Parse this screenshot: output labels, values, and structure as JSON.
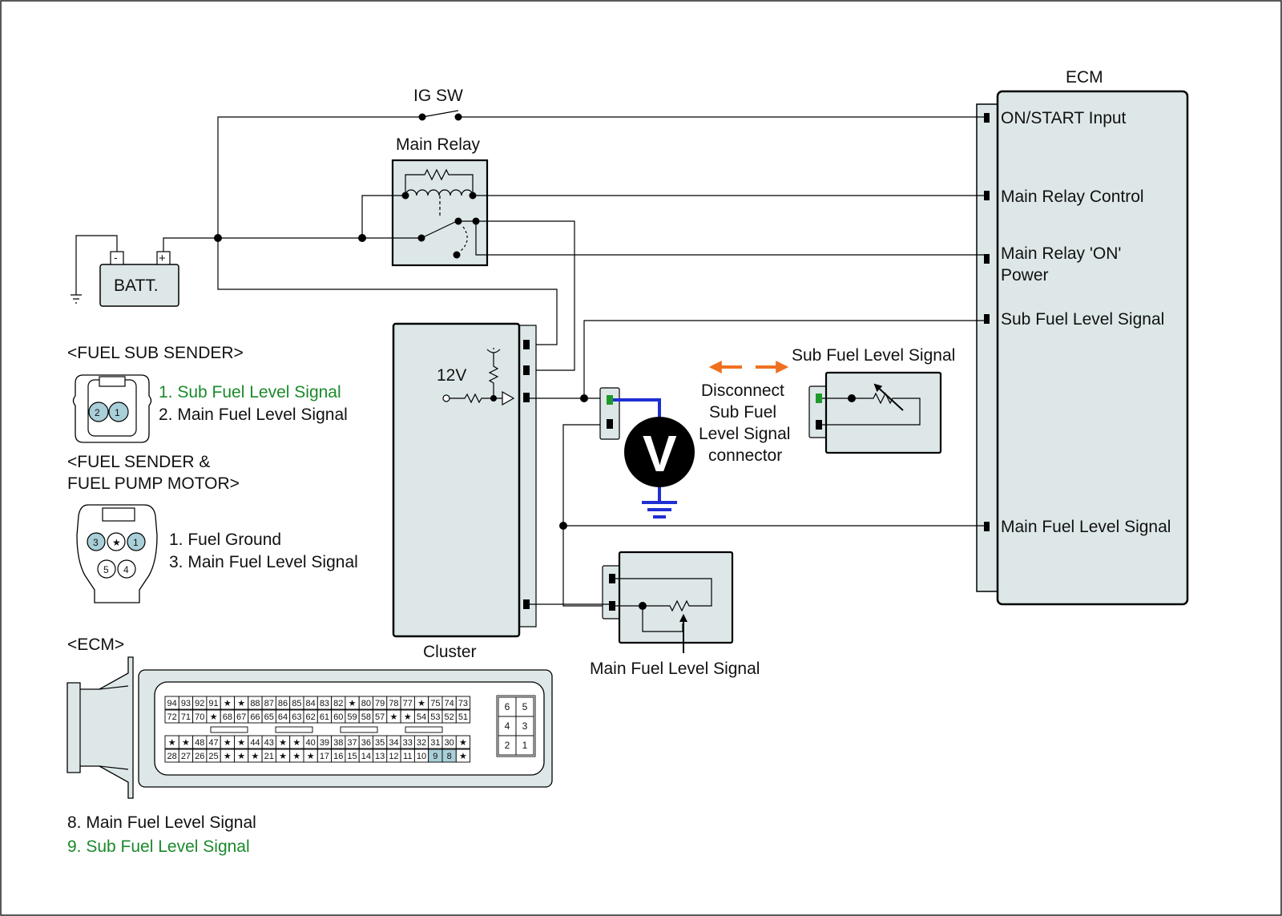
{
  "colors": {
    "panel_fill": "#dde7e8",
    "pin_highlight": "#a9cfd8",
    "probe_wire": "#1f2fd4",
    "arrow": "#f07020",
    "signal_text": "#1a8a2a",
    "pin_green": "#1f9a2a"
  },
  "labels": {
    "ig_sw": "IG SW",
    "main_relay": "Main Relay",
    "ecm_title": "ECM",
    "batt": "BATT.",
    "batt_minus": "-",
    "batt_plus": "+",
    "cluster": "Cluster",
    "cluster_12v": "12V",
    "voltmeter": "V",
    "sub_sender_title": "Sub Fuel Level Signal",
    "main_sender_title": "Main Fuel Level Signal",
    "disconnect_note": [
      "Disconnect",
      "Sub Fuel",
      "Level Signal",
      "connector"
    ]
  },
  "ecm_terminals": [
    "ON/START Input",
    "Main Relay Control",
    "Main Relay 'ON'",
    "Power",
    "Sub Fuel Level Signal",
    "Main Fuel Level Signal"
  ],
  "fuel_sub_sender": {
    "title": "<FUEL SUB SENDER>",
    "pins": [
      "2",
      "1"
    ],
    "items": [
      "1. Sub Fuel Level Signal",
      "2. Main Fuel Level Signal"
    ]
  },
  "fuel_sender_pump": {
    "title_lines": [
      "<FUEL SENDER &",
      "FUEL PUMP MOTOR>"
    ],
    "pins": [
      "3",
      "★",
      "1",
      "5",
      "4"
    ],
    "items": [
      "1. Fuel Ground",
      "3. Main Fuel Level Signal"
    ]
  },
  "ecm_connector": {
    "title": "<ECM>",
    "row1": [
      "94",
      "93",
      "92",
      "91",
      "★",
      "★",
      "88",
      "87",
      "86",
      "85",
      "84",
      "83",
      "82",
      "★",
      "80",
      "79",
      "78",
      "77",
      "★",
      "75",
      "74",
      "73"
    ],
    "row2": [
      "72",
      "71",
      "70",
      "★",
      "68",
      "67",
      "66",
      "65",
      "64",
      "63",
      "62",
      "61",
      "60",
      "59",
      "58",
      "57",
      "★",
      "★",
      "54",
      "53",
      "52",
      "51"
    ],
    "row3": [
      "★",
      "★",
      "48",
      "47",
      "★",
      "★",
      "44",
      "43",
      "★",
      "★",
      "40",
      "39",
      "38",
      "37",
      "36",
      "35",
      "34",
      "33",
      "32",
      "31",
      "30",
      "★"
    ],
    "row4": [
      "28",
      "27",
      "26",
      "25",
      "★",
      "★",
      "★",
      "21",
      "★",
      "★",
      "★",
      "17",
      "16",
      "15",
      "14",
      "13",
      "12",
      "11",
      "10",
      "9",
      "8",
      "★"
    ],
    "highlight": [
      "9",
      "8"
    ],
    "side_block": [
      [
        "6",
        "5"
      ],
      [
        "4",
        "3"
      ],
      [
        "2",
        "1"
      ]
    ],
    "items": [
      "8. Main Fuel Level Signal",
      "9. Sub Fuel Level Signal"
    ]
  }
}
